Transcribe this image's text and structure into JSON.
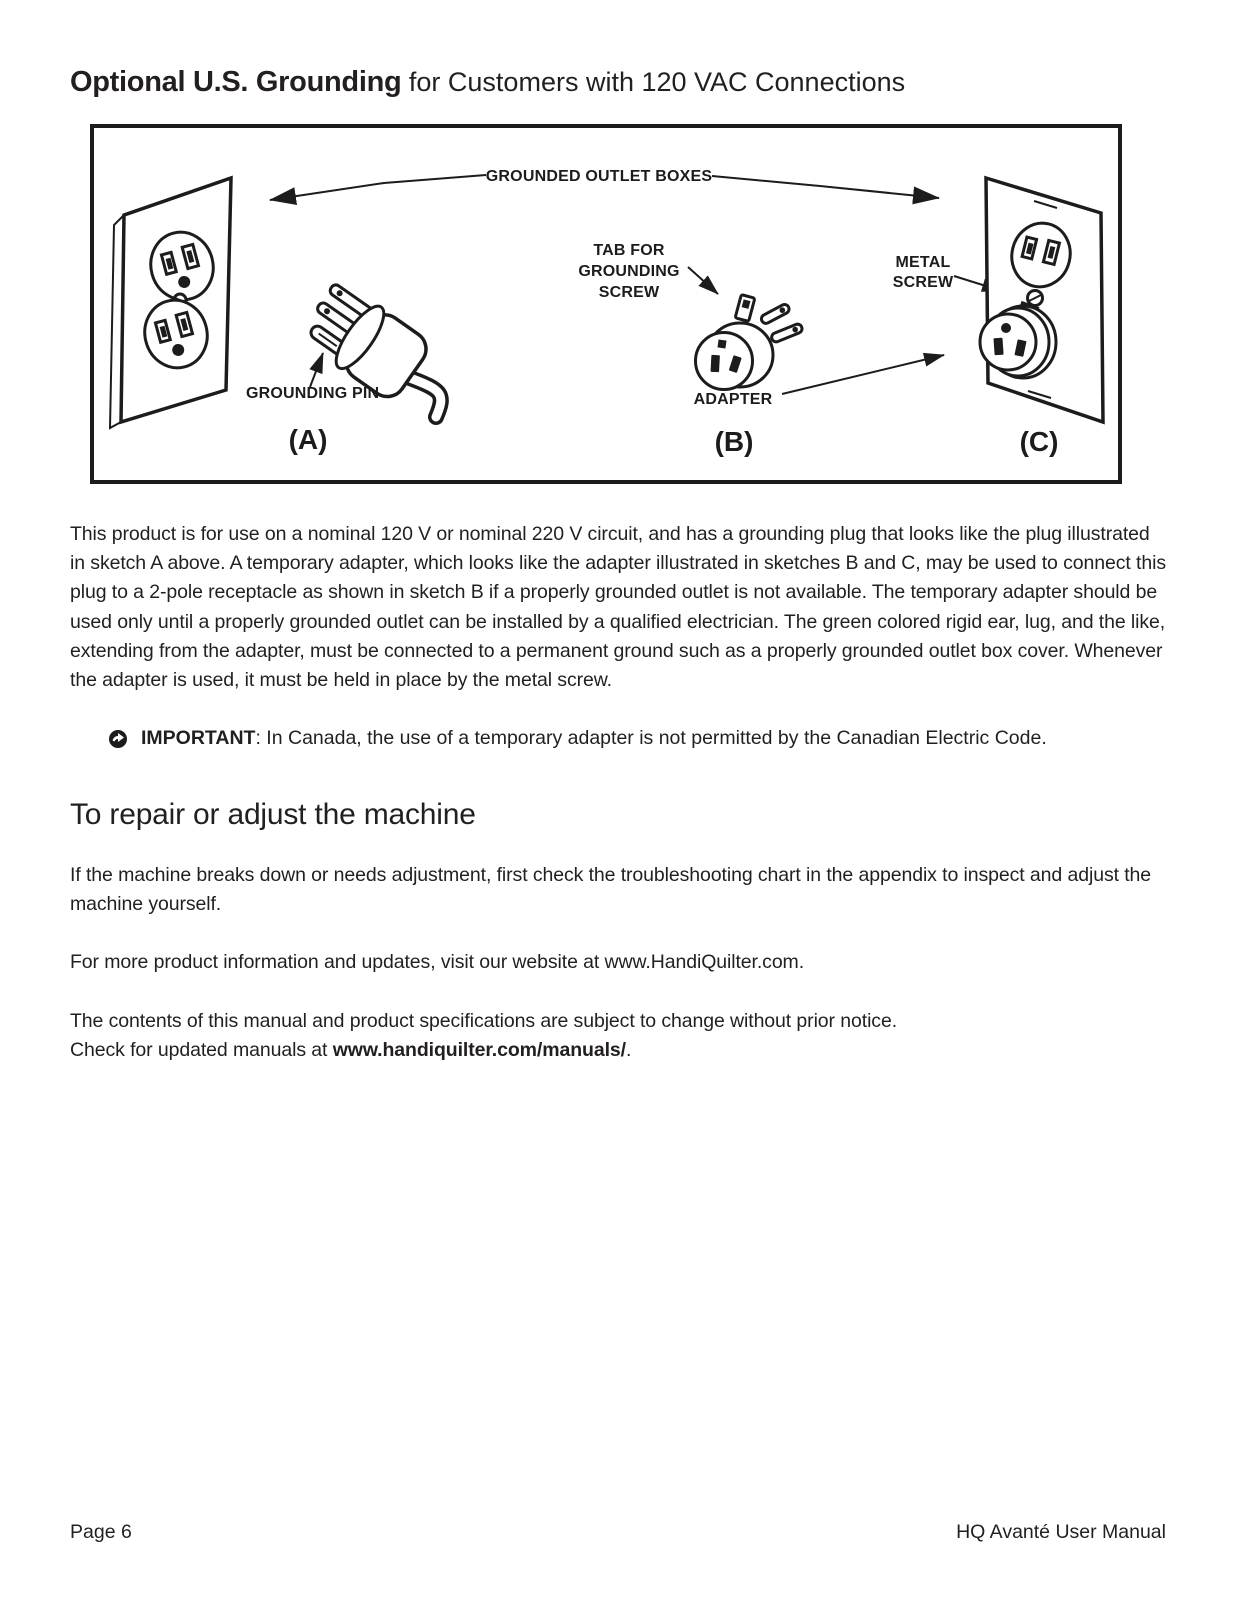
{
  "header": {
    "title_strong": "Optional U.S. Grounding",
    "title_normal": " for Customers with 120 VAC Connections"
  },
  "figure": {
    "grounded_outlet_boxes": "GROUNDED OUTLET BOXES",
    "tab_line1": "TAB FOR",
    "tab_line2": "GROUNDING",
    "tab_line3": "SCREW",
    "metal_line1": "METAL",
    "metal_line2": "SCREW",
    "grounding_pin": "GROUNDING PIN",
    "adapter": "ADAPTER",
    "sketch_a": "(A)",
    "sketch_b": "(B)",
    "sketch_c": "(C)"
  },
  "grounding_section": {
    "paragraph": "This product is for use on a nominal 120 V or nominal 220 V circuit, and has a grounding plug that looks like the plug illustrated in sketch A above. A temporary adapter, which looks like the adapter illustrated in sketches B and C, may be used to connect this plug to a 2-pole receptacle as shown in sketch B if a properly grounded outlet is not available. The temporary adapter should be used only until a properly grounded outlet can be installed by a qualified electrician. The green colored rigid ear, lug, and the like, extending from the adapter, must be connected to a permanent ground such as a properly grounded outlet box cover. Whenever the adapter is used, it must be held in place by the metal screw.",
    "important_icon": "circled-right-arrow",
    "important_label": "IMPORTANT",
    "important_text": ": In Canada, the use of a temporary adapter is not permitted by the Canadian Electric Code."
  },
  "repair_section": {
    "heading": "To repair or adjust the machine",
    "paragraph1": "If the machine breaks down or needs adjustment, first check the troubleshooting chart in the appendix to inspect and adjust the machine yourself.",
    "paragraph2": "For more product information and updates, visit our website at www.HandiQuilter.com.",
    "paragraph3_line1": "The contents of this manual and product specifications are subject to change without prior notice.",
    "paragraph3_line2_prefix": "Check for updated manuals at ",
    "paragraph3_url": "www.handiquilter.com/manuals/",
    "paragraph3_suffix": "."
  },
  "footer": {
    "page_number": "Page 6",
    "manual_name": "HQ Avanté User Manual"
  },
  "colors": {
    "ink": "#1c1c1c",
    "text": "#231f20",
    "background": "#ffffff"
  }
}
